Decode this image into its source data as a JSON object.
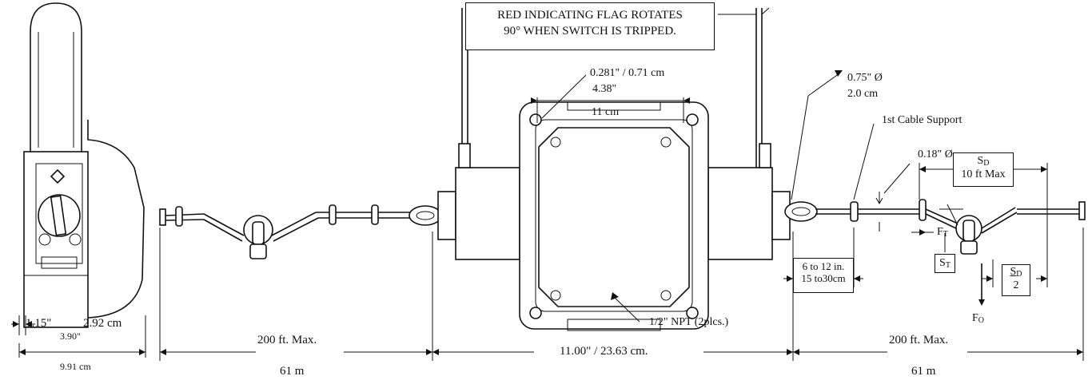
{
  "callouts": {
    "flag_note": [
      "RED INDICATING FLAG ROTATES",
      "90° WHEN SWITCH IS TRIPPED."
    ],
    "mount_hole": "0.281\" / 0.71 cm",
    "hole_spacing_in": "4.38\"",
    "hole_spacing_cm": "11 cm",
    "eye_dia_in": "0.75\" Ø",
    "eye_dia_cm": "2.0 cm",
    "cable_support": "1st Cable Support",
    "cable_dia": "0.18\" Ø",
    "npt": "1/2\" NPT (2plcs.)"
  },
  "dimensions": {
    "side_depth_in": "1.15\"",
    "side_depth_cm": "2.92 cm",
    "side_width_in": "3.90\"",
    "side_width_cm": "9.91 cm",
    "left_span_ft": "200 ft. Max.",
    "left_span_m": "61 m",
    "center_span": "11.00\" / 23.63 cm.",
    "right_span_ft": "200 ft. Max.",
    "right_span_m": "61 m",
    "support_dist_in": "6 to 12 in.",
    "support_dist_cm": "15 to30cm"
  },
  "symbols": {
    "sd_letter": "S",
    "sd_sub": "D",
    "sd_max": "10 ft Max",
    "ft_letter": "F",
    "ft_sub": "T",
    "st_letter": "S",
    "st_sub": "T",
    "sd_half_num_letter": "S",
    "sd_half_num_sub": "D",
    "sd_half_den": "2",
    "fo_letter": "F",
    "fo_sub": "O"
  }
}
